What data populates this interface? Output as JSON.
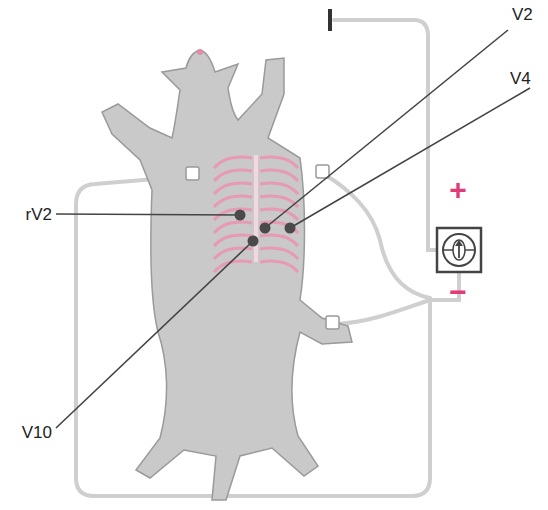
{
  "diagram": {
    "labels": [
      "V2",
      "V4",
      "rV2",
      "V10",
      "+",
      "−"
    ]
  }
}
